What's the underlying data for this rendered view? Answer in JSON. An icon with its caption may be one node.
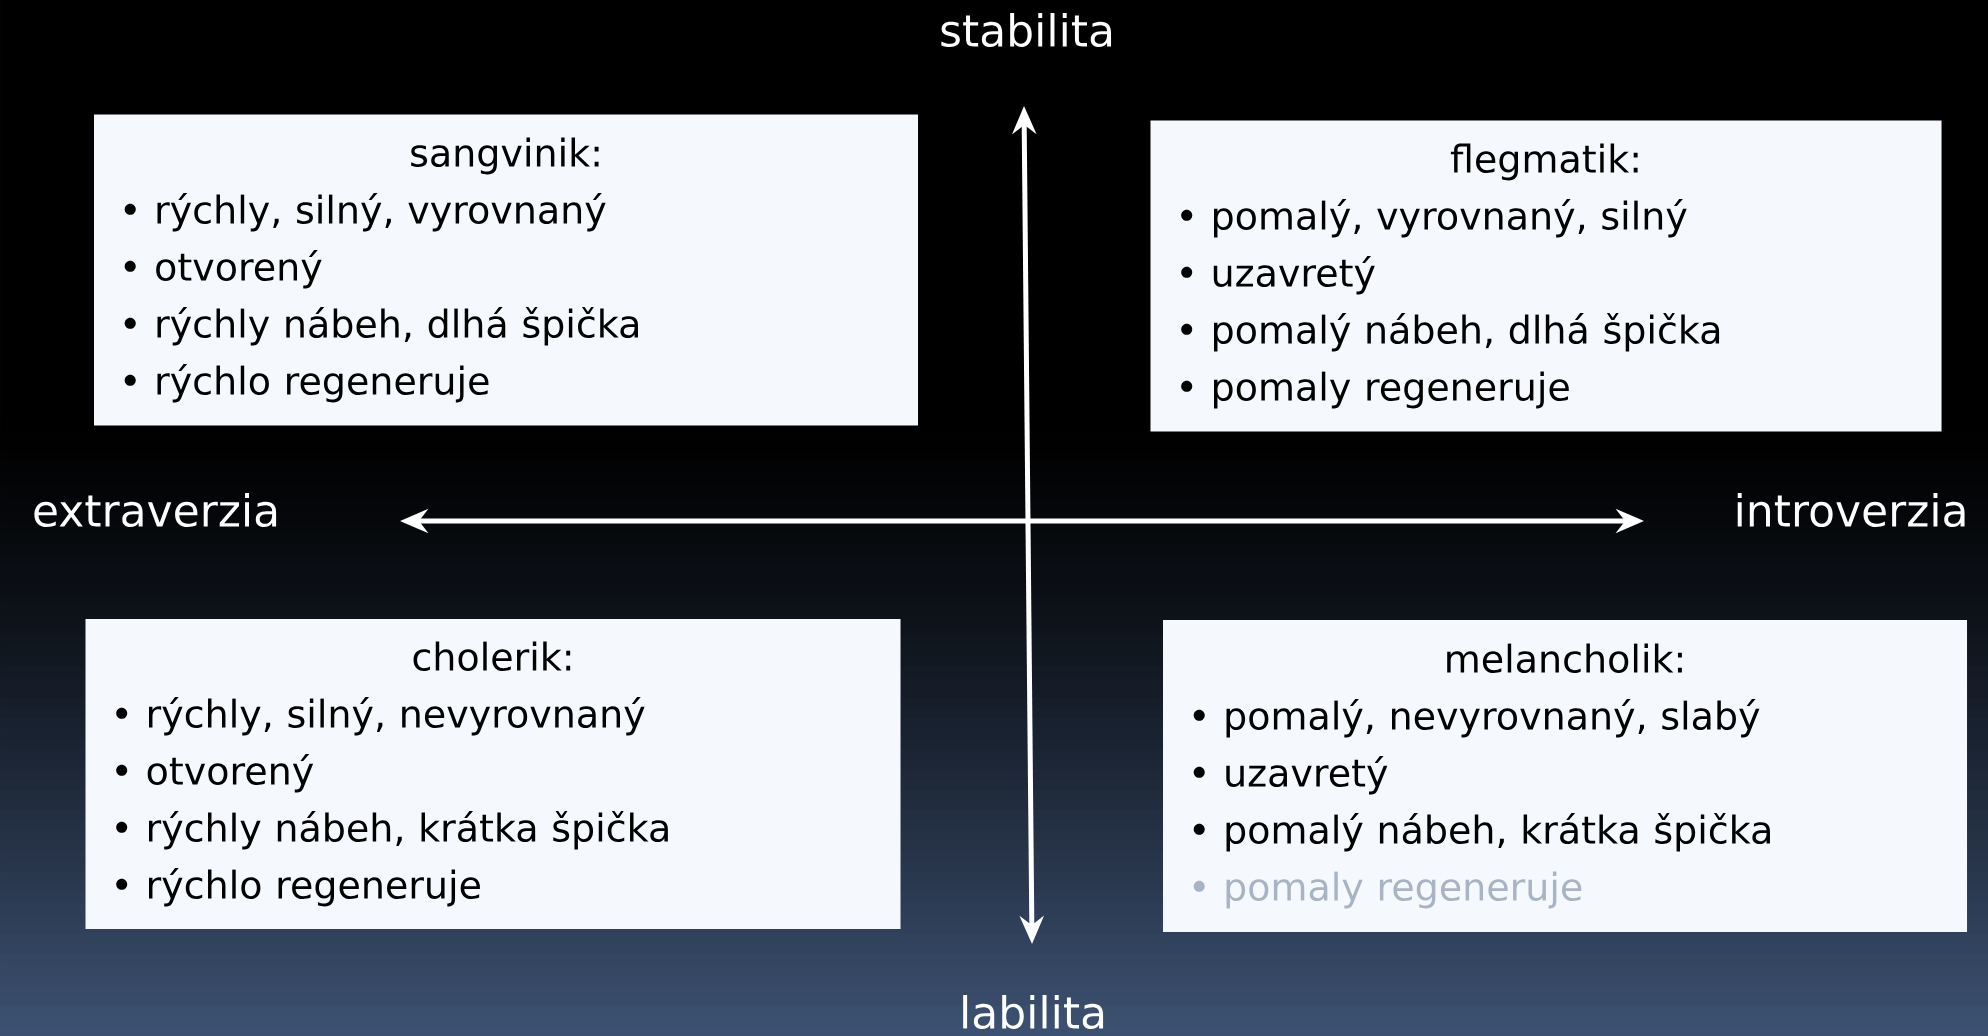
{
  "diagram": {
    "nodes": [
      {
        "text": [
          "sangvinik:",
          "• rýchly, silný, vyrovnaný",
          "• otvorený",
          "• rýchly nábeh, dlhá špička",
          "• rýchlo regeneruje"
        ]
      },
      {
        "text": [
          "flegmatik:",
          "• pomalý, vyrovnaný, silný",
          "• uzavretý",
          "• pomalý nábeh, dlhá špička",
          "• pomaly regeneruje"
        ]
      },
      {
        "text": [
          "cholerik:",
          "• rýchly, silný, nevyrovnaný",
          "• otvorený",
          "• rýchly nábeh, krátka špička",
          "• rýchlo regeneruje"
        ]
      },
      {
        "text": [
          "melancholik:",
          "• pomalý, nevyrovnaný, slabý",
          "• uzavretý",
          "• pomalý nábeh, krátka špička",
          "• pomaly regeneruje"
        ]
      }
    ],
    "labels": [
      "stabilita",
      "extraverzia",
      "introverzia",
      "labilita"
    ]
  }
}
